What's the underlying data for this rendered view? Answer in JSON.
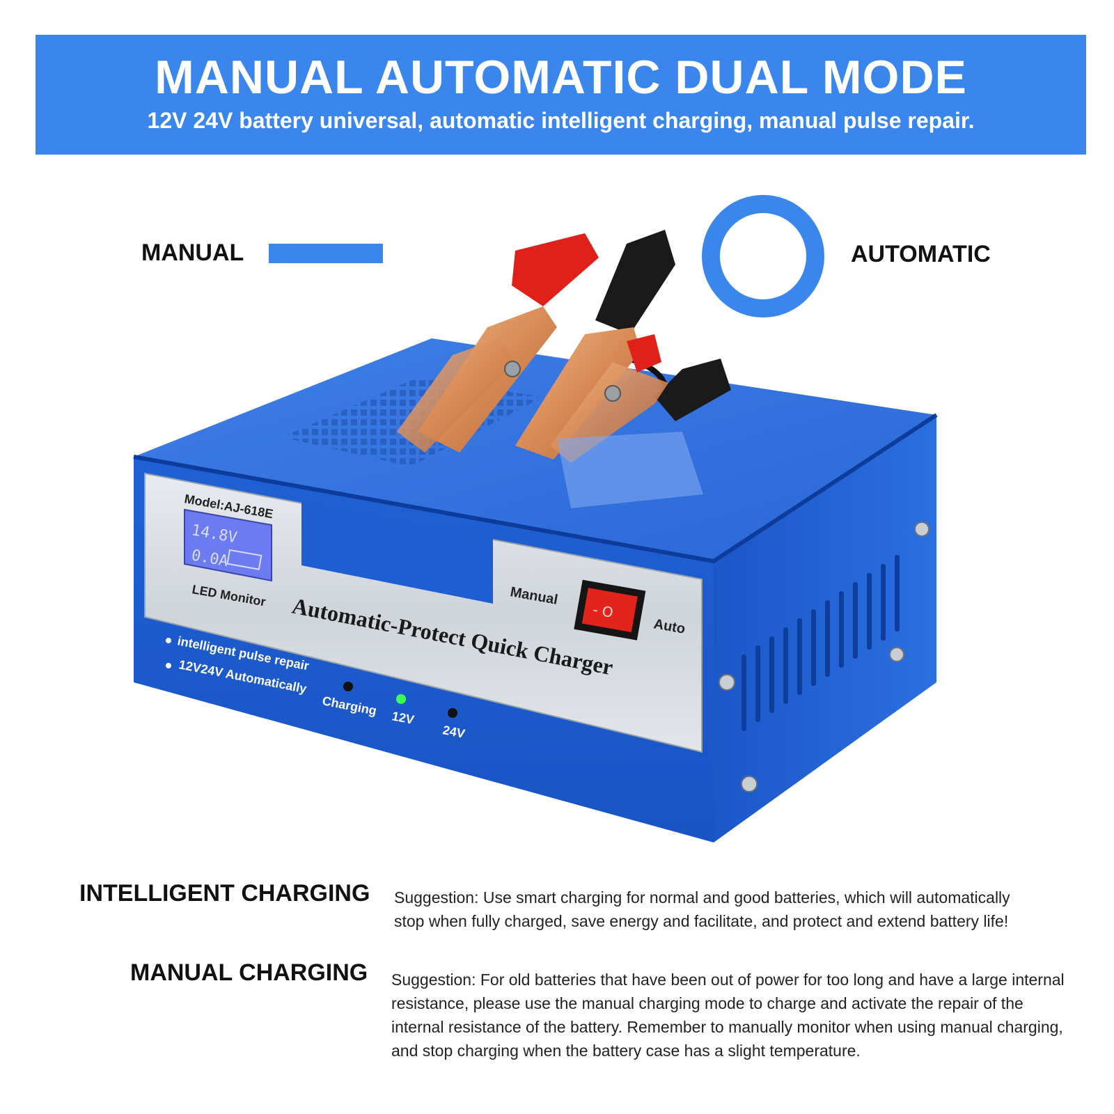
{
  "banner": {
    "title": "MANUAL AUTOMATIC DUAL MODE",
    "subtitle": "12V 24V battery universal, automatic intelligent charging, manual pulse repair."
  },
  "modes": {
    "manual_label": "MANUAL",
    "automatic_label": "AUTOMATIC"
  },
  "device": {
    "model": "Model:AJ-618E",
    "lcd_voltage": "14.8V",
    "lcd_current": "0.0A",
    "lcd_caption": "LED Monitor",
    "brand_text": "Automatic-Protect Quick Charger",
    "switch_left": "Manual",
    "switch_right": "Auto",
    "switch_glyph": "- O",
    "feature_1": "intelligent pulse repair",
    "feature_2": "12V24V Automatically",
    "indicator_charging": "Charging",
    "indicator_12v": "12V",
    "indicator_24v": "24V"
  },
  "sections": [
    {
      "heading": "INTELLIGENT CHARGING",
      "text": "Suggestion: Use smart charging for normal and good batteries, which will automatically stop when fully charged, save energy and facilitate, and protect and extend battery life!"
    },
    {
      "heading": "MANUAL CHARGING",
      "text": "Suggestion: For old batteries that have been out of power for too long and have a large internal resistance, please use the manual charging mode to charge and activate the repair of the internal resistance of the battery. Remember to manually monitor when using manual charging, and stop charging when the battery case has a slight temperature."
    }
  ],
  "colors": {
    "accent": "#3a86ec",
    "device_blue": "#1f5fd1",
    "clamp_red": "#e0201a",
    "clamp_black": "#1a1a1a",
    "copper": "#d88a55"
  }
}
